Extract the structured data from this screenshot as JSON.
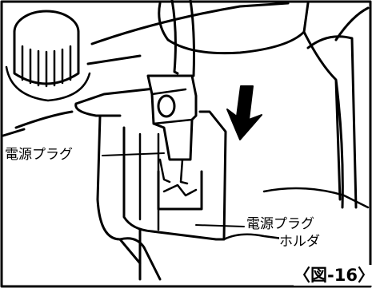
{
  "labels": {
    "power_plug": "電源プラグ",
    "power_plug_holder_line1": "電源プラグ",
    "power_plug_holder_line2": "ホルダ"
  },
  "figure_number": "〈図-16〉",
  "colors": {
    "ink": "#000000",
    "paper": "#ffffff"
  }
}
